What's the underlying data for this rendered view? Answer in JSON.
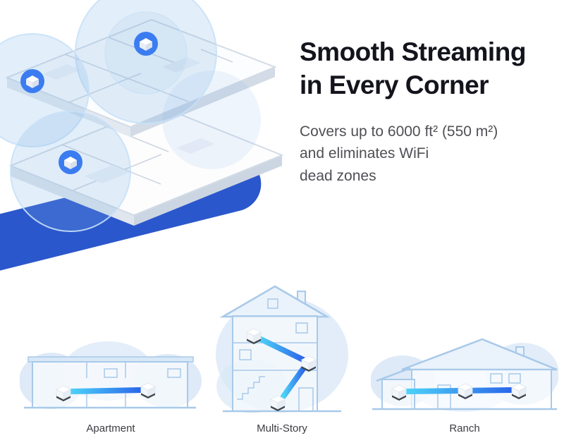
{
  "copy": {
    "heading_line1": "Smooth Streaming",
    "heading_line2": "in Every Corner",
    "body_line1": "Covers up to 6000 ft² (550 m²)",
    "body_line2": "and eliminates WiFi",
    "body_line3": "dead zones"
  },
  "scenes": [
    {
      "label": "Apartment"
    },
    {
      "label": "Multi-Story"
    },
    {
      "label": "Ranch"
    }
  ],
  "icons": {
    "mesh_device": "white cube router in blue circle",
    "wifi_coverage": "translucent blue circles",
    "backhaul_link": "cyan-to-blue gradient line"
  },
  "colors": {
    "brand_blue": "#2b57cc",
    "device_blue": "#3b7cf0",
    "link_cyan": "#4ed2f8",
    "link_blue": "#2b66ea",
    "heading_text": "#14141d",
    "body_text": "#4f4f55",
    "caption_text": "#3d3d42",
    "illustration_line": "#a8c9e9",
    "cloud_fill": "#e0ecf9"
  }
}
